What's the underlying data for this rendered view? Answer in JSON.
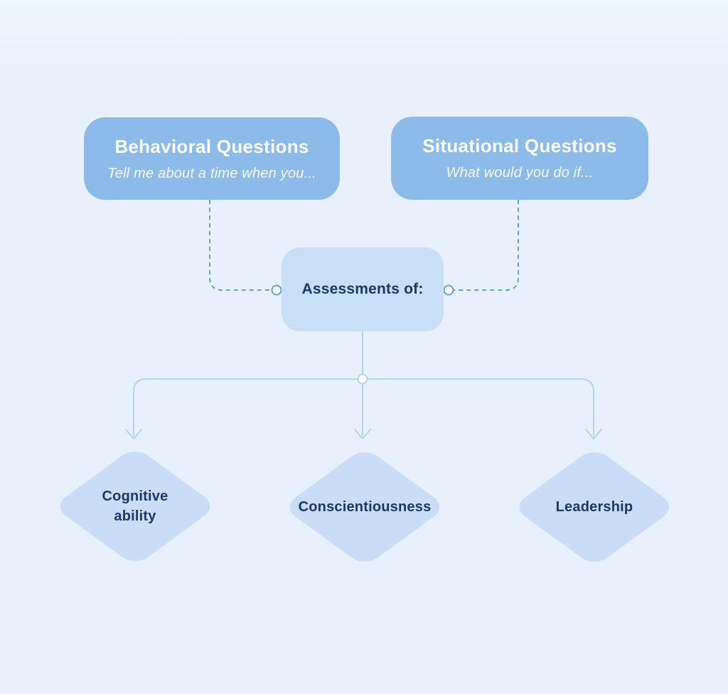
{
  "diagram": {
    "type": "flowchart",
    "nodes": {
      "behavioral": {
        "title": "Behavioral Questions",
        "subtitle": "Tell me about a time when you..."
      },
      "situational": {
        "title": "Situational Questions",
        "subtitle": "What would you do if..."
      },
      "assessments": {
        "label": "Assessments of:"
      },
      "outcomes": [
        {
          "id": "cognitive-ability",
          "label": "Cognitive ability"
        },
        {
          "id": "conscientiousness",
          "label": "Conscientiousness"
        },
        {
          "id": "leadership",
          "label": "Leadership"
        }
      ]
    },
    "edges": [
      {
        "from": "behavioral",
        "to": "assessments",
        "style": "dashed"
      },
      {
        "from": "situational",
        "to": "assessments",
        "style": "dashed"
      },
      {
        "from": "assessments",
        "to": "cognitive-ability",
        "style": "solid-arrow"
      },
      {
        "from": "assessments",
        "to": "conscientiousness",
        "style": "solid-arrow"
      },
      {
        "from": "assessments",
        "to": "leadership",
        "style": "solid-arrow"
      }
    ],
    "colors": {
      "background": "#e8f1fb",
      "source_box_fill": "#8cbae9",
      "source_text": "#ffffff",
      "target_fill": "#c9def6",
      "navy_text": "#1d3766",
      "dashed_line": "#63a0d8",
      "solid_line": "#b5d1ee",
      "connector_dot_fill": "#ffffff"
    }
  }
}
